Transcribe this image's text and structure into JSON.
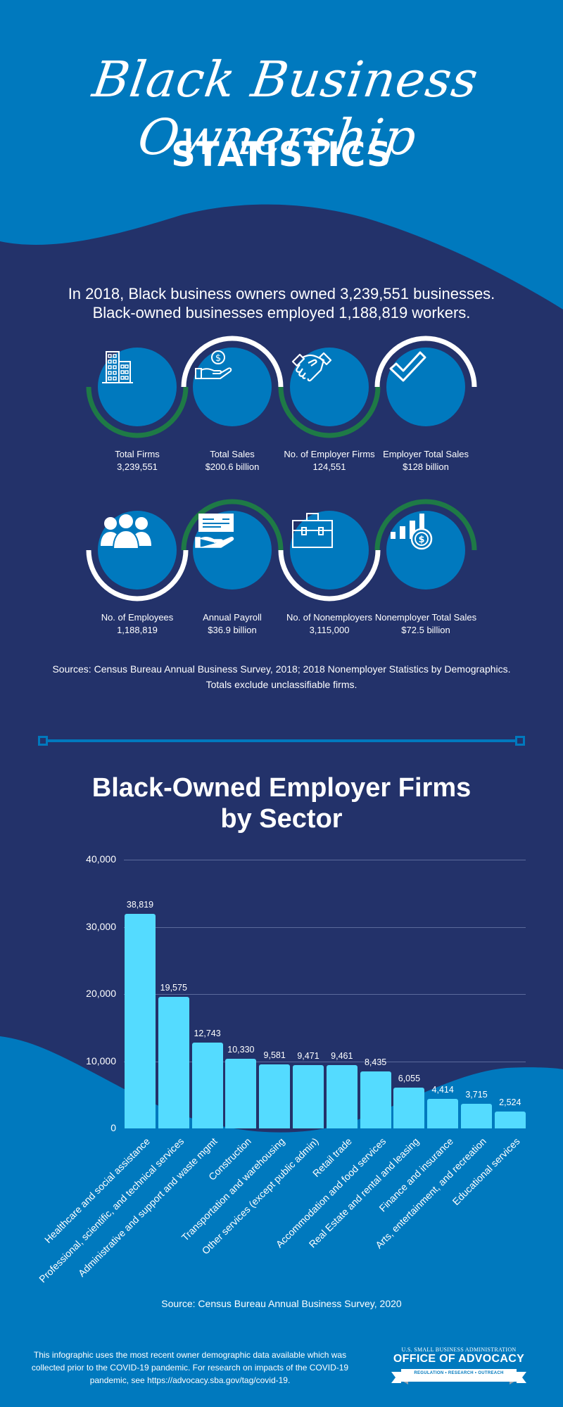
{
  "header": {
    "script_title": "Black Business Ownership",
    "subtitle": "STATISTICS"
  },
  "intro": {
    "line1": "In 2018, Black business owners owned 3,239,551 businesses.",
    "line2": "Black-owned businesses employed 1,188,819 workers."
  },
  "colors": {
    "header_blue": "#0079be",
    "navy": "#23326a",
    "green_arc": "#1e7a46",
    "bar_cyan": "#54dbff"
  },
  "stats": [
    {
      "label": "Total Firms",
      "value": "3,239,551",
      "icon": "buildings-icon"
    },
    {
      "label": "Total Sales",
      "value": "$200.6 billion",
      "icon": "hand-dollar-icon"
    },
    {
      "label": "No. of Employer Firms",
      "value": "124,551",
      "icon": "handshake-icon"
    },
    {
      "label": "Employer Total Sales",
      "value": "$128 billion",
      "icon": "checkmark-icon"
    },
    {
      "label": "No. of Employees",
      "value": "1,188,819",
      "icon": "people-group-icon"
    },
    {
      "label": "Annual Payroll",
      "value": "$36.9 billion",
      "icon": "hand-check-icon"
    },
    {
      "label": "No. of Nonemployers",
      "value": "3,115,000",
      "icon": "briefcase-icon"
    },
    {
      "label": "Nonemployer Total Sales",
      "value": "$72.5 billion",
      "icon": "bars-coin-icon"
    }
  ],
  "sources": {
    "line1": "Sources: Census Bureau Annual Business Survey, 2018; 2018 Nonemployer Statistics by Demographics.",
    "line2": "Totals exclude unclassifiable firms."
  },
  "chart_title": {
    "line1": "Black-Owned Employer Firms",
    "line2": "by Sector"
  },
  "chart_data": {
    "type": "bar",
    "title": "Black-Owned Employer Firms by Sector",
    "xlabel": "",
    "ylabel": "",
    "ylim": [
      0,
      40000
    ],
    "yticks": [
      "0",
      "10,000",
      "20,000",
      "30,000",
      "40,000"
    ],
    "grid": true,
    "categories": [
      "Healthcare and social assistance",
      "Professional, scientific, and technical services",
      "Administrative and support and waste mgmt",
      "Construction",
      "Transportation and warehousing",
      "Other services (except public admin)",
      "Retail trade",
      "Accommodation and food services",
      "Real Estate and rental and leasing",
      "Finance and insurance",
      "Arts, entertainment, and recreation",
      "Educational services"
    ],
    "values": [
      38819,
      19575,
      12743,
      10330,
      9581,
      9471,
      9461,
      8435,
      6055,
      4414,
      3715,
      2524
    ],
    "value_labels": [
      "38,819",
      "19,575",
      "12,743",
      "10,330",
      "9,581",
      "9,471",
      "9,461",
      "8,435",
      "6,055",
      "4,414",
      "3,715",
      "2,524"
    ],
    "drawn_heights_approx": [
      31900,
      19575,
      12743,
      10330,
      9581,
      9471,
      9461,
      8435,
      6055,
      4414,
      3715,
      2524
    ]
  },
  "chart_source": "Source: Census Bureau Annual Business Survey, 2020",
  "footnote": {
    "line1": "This infographic uses the most recent owner demographic data available which was",
    "line2": "collected prior to the COVID-19 pandemic. For research on impacts of the COVID-19",
    "line3": "pandemic, see https://advocacy.sba.gov/tag/covid-19."
  },
  "logo": {
    "agency": "U.S. SMALL BUSINESS ADMINISTRATION",
    "office": "OFFICE OF ADVOCACY",
    "tagline": "REGULATION  •  RESEARCH  •  OUTREACH"
  }
}
